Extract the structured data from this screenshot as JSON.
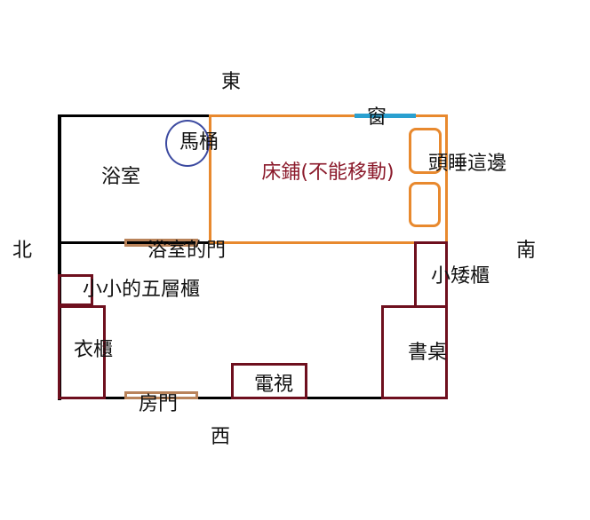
{
  "directions": {
    "east": "東",
    "west": "西",
    "north": "北",
    "south": "南"
  },
  "rooms": {
    "bathroom": "浴室",
    "toilet": "馬桶",
    "window": "窗",
    "bed": "床鋪(不能移動)",
    "head_side": "頭睡這邊",
    "bathroom_door": "浴室的門",
    "five_tier_cabinet": "小小的五層櫃",
    "low_cabinet": "小矮櫃",
    "wardrobe": "衣櫃",
    "desk": "書桌",
    "tv": "電視",
    "room_door": "房門"
  },
  "colors": {
    "wall": "#000000",
    "bed": "#e8892e",
    "furniture": "#6e0f1e",
    "door": "#b9835a",
    "window": "#2aa0d0",
    "toilet": "#3c4aa0",
    "bed_text": "#8b1a2b"
  }
}
